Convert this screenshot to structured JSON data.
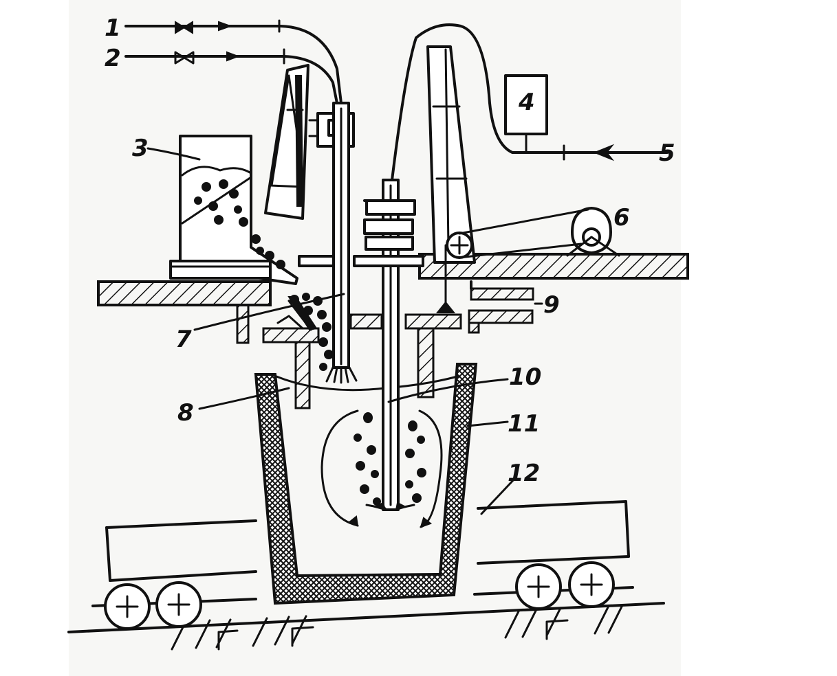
{
  "labels": {
    "l1": "1",
    "l2": "2",
    "l3": "3",
    "l4": "4",
    "l5": "5",
    "l6": "6",
    "l7": "7",
    "l8": "8",
    "l9": "9",
    "l10": "10",
    "l11": "11",
    "l12": "12"
  },
  "colors": {
    "ink": "#111111",
    "paper": "#f7f7f5"
  }
}
